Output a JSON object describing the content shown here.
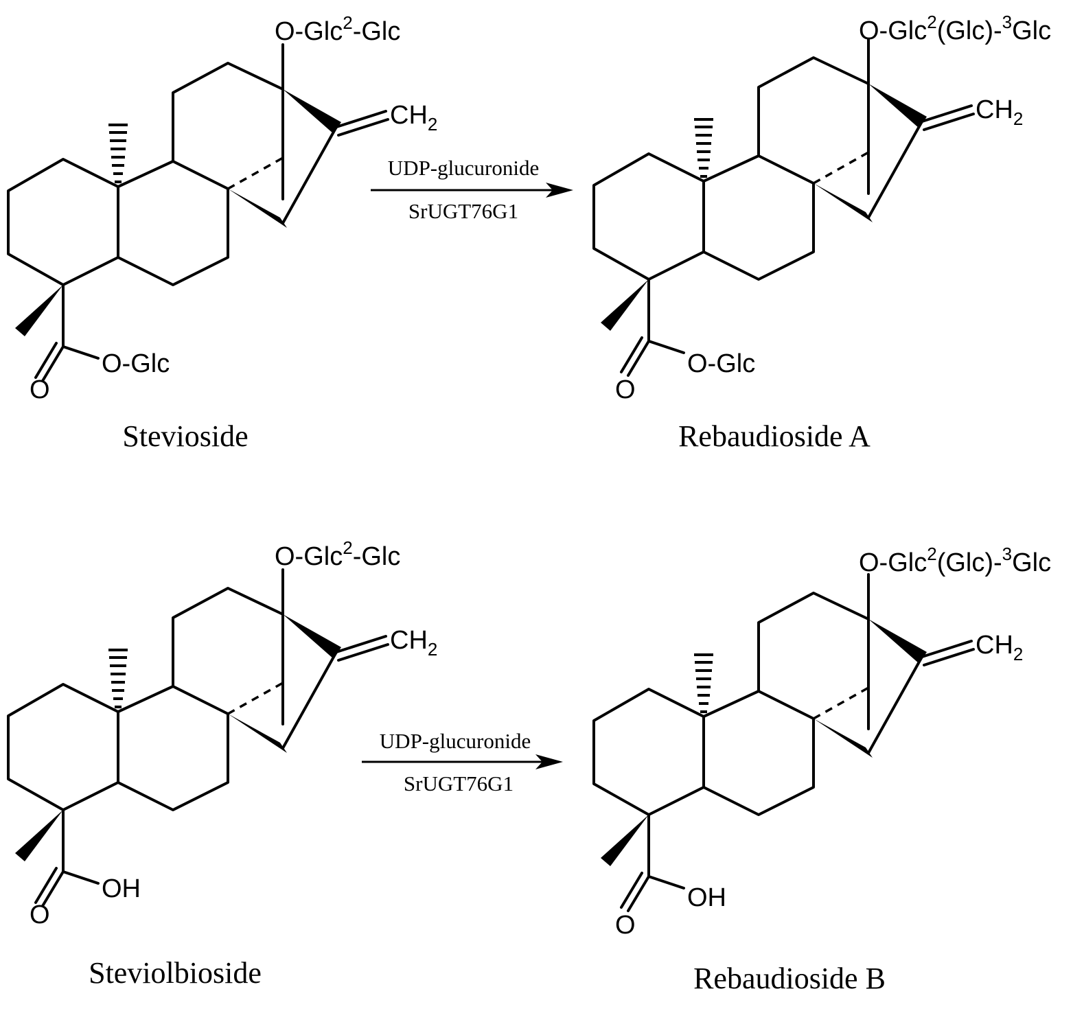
{
  "reactions": [
    {
      "substrate": {
        "name": "Stevioside",
        "c13_substituent": {
          "prefix": "O-Glc",
          "sup": "2",
          "suffix": "-Glc"
        },
        "methylene": {
          "text": "CH",
          "sub": "2"
        },
        "carboxyl": {
          "o_label": "O",
          "group": "O-Glc"
        }
      },
      "reagent_above": "UDP-glucuronide",
      "reagent_below": "SrUGT76G1",
      "product": {
        "name": "Rebaudioside A",
        "c13_substituent": {
          "prefix": "O-Glc",
          "sup": "2",
          "mid": "(Glc)-",
          "sup2": "3",
          "suffix": "Glc"
        },
        "methylene": {
          "text": "CH",
          "sub": "2"
        },
        "carboxyl": {
          "o_label": "O",
          "group": "O-Glc"
        }
      }
    },
    {
      "substrate": {
        "name": "Steviolbioside",
        "c13_substituent": {
          "prefix": "O-Glc",
          "sup": "2",
          "suffix": "-Glc"
        },
        "methylene": {
          "text": "CH",
          "sub": "2"
        },
        "carboxyl": {
          "o_label": "O",
          "group": "OH"
        }
      },
      "reagent_above": "UDP-glucuronide",
      "reagent_below": "SrUGT76G1",
      "product": {
        "name": "Rebaudioside B",
        "c13_substituent": {
          "prefix": "O-Glc",
          "sup": "2",
          "mid": "(Glc)-",
          "sup2": "3",
          "suffix": "Glc"
        },
        "methylene": {
          "text": "CH",
          "sub": "2"
        },
        "carboxyl": {
          "o_label": "O",
          "group": "OH"
        }
      }
    }
  ]
}
